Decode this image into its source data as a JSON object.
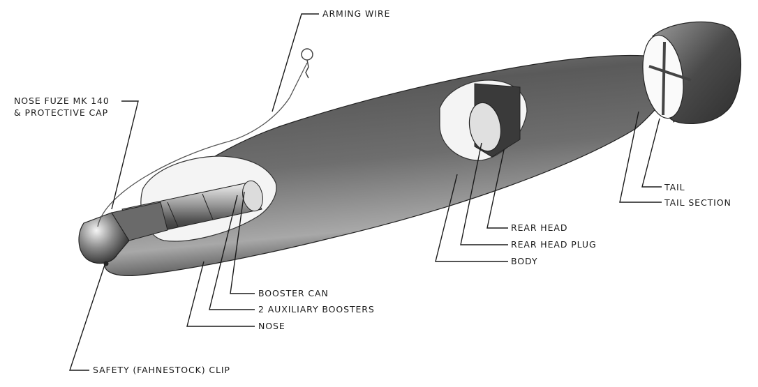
{
  "labels": {
    "arming_wire": "ARMING WIRE",
    "nose_fuze_line1": "NOSE FUZE MK 140",
    "nose_fuze_line2": "& PROTECTIVE CAP",
    "tail": "TAIL",
    "tail_section": "TAIL SECTION",
    "rear_head": "REAR HEAD",
    "rear_head_plug": "REAR HEAD PLUG",
    "body": "BODY",
    "booster_can": "BOOSTER CAN",
    "auxiliary_boosters": "2 AUXILIARY BOOSTERS",
    "nose": "NOSE",
    "safety_clip": "SAFETY (FAHNESTOCK) CLIP"
  },
  "colors": {
    "ink": "#1a1a1a",
    "body_dark": "#3a3a3a",
    "body_mid": "#7a7a7a",
    "body_light": "#d8d8d8",
    "paper": "#ffffff"
  }
}
